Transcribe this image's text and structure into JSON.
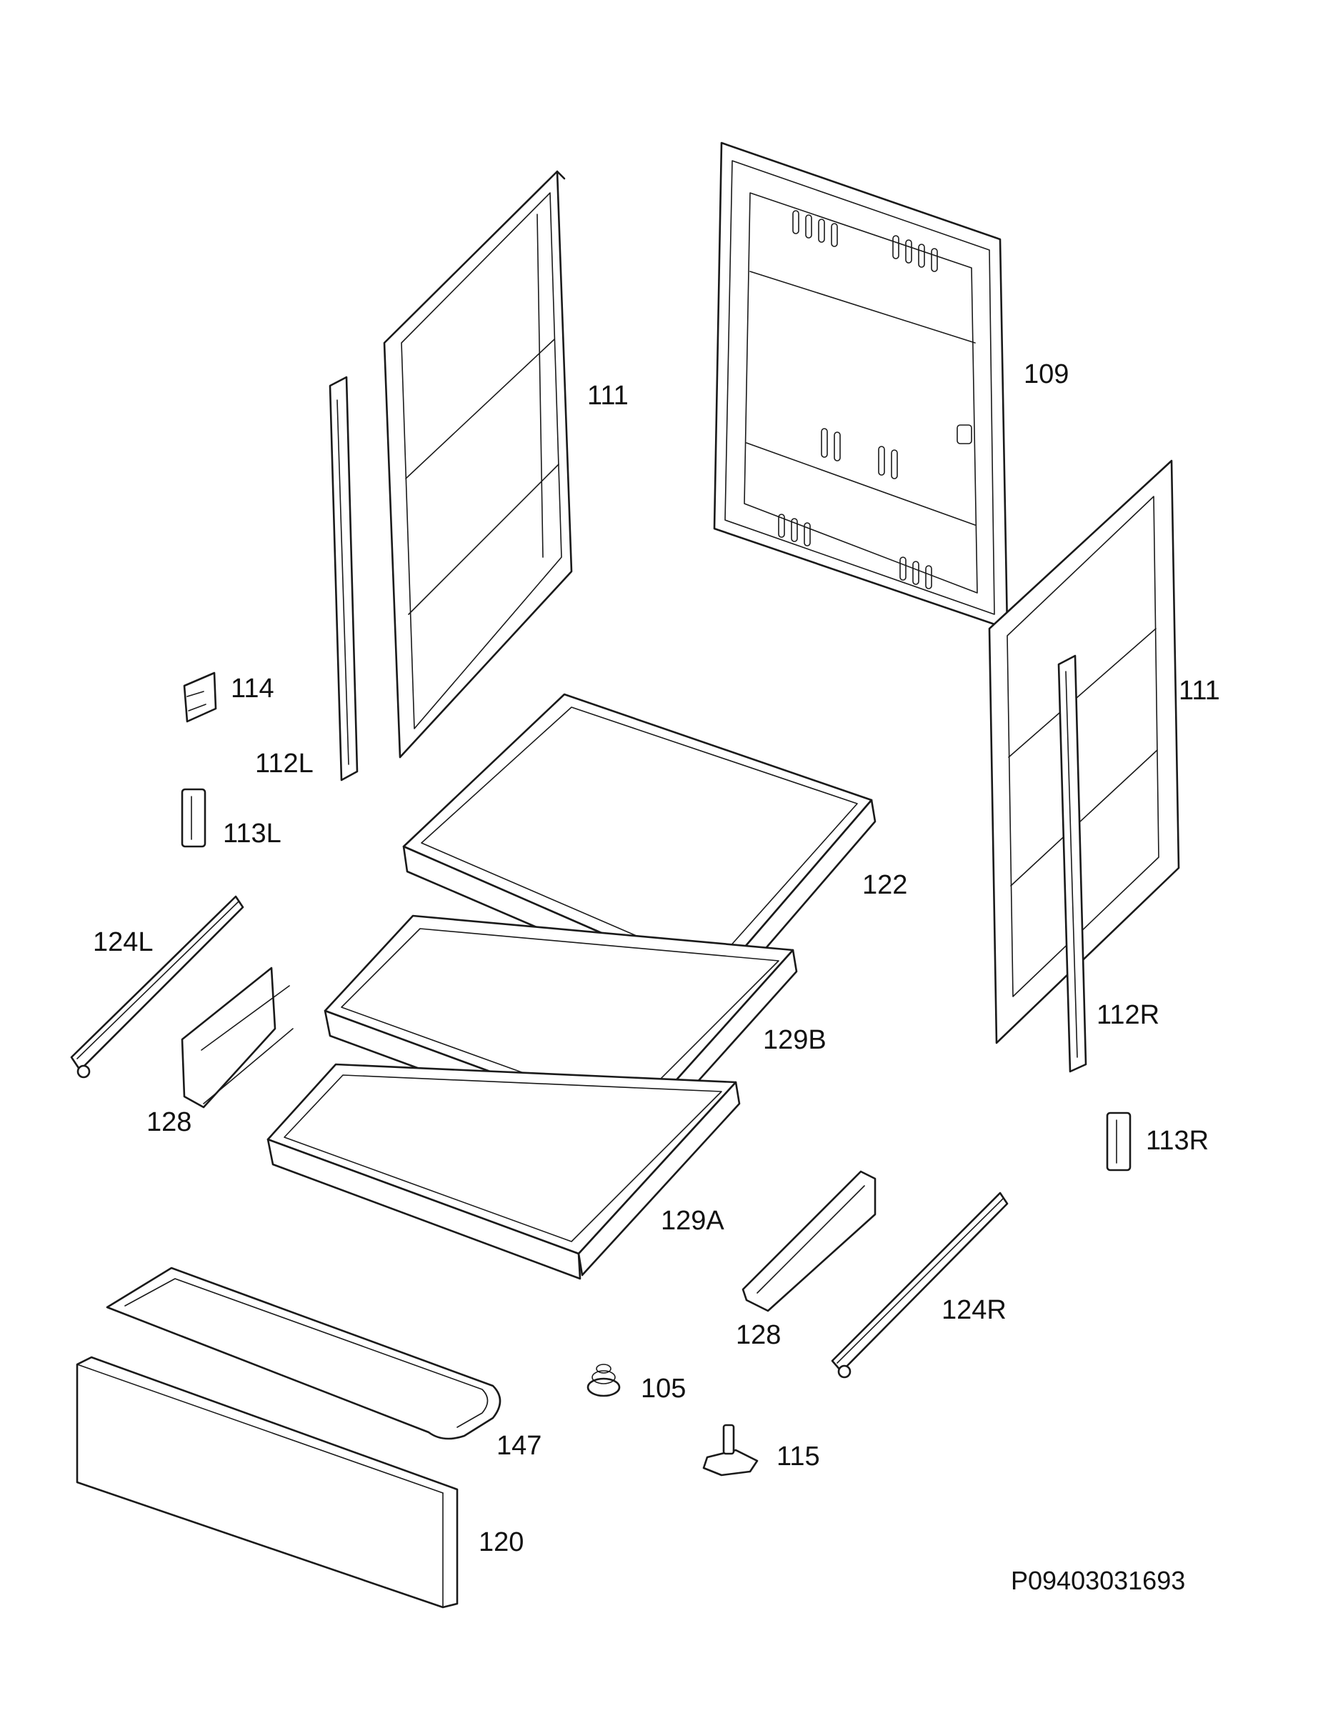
{
  "drawing_code": "P09403031693",
  "labels": {
    "p111_left": "111",
    "p109": "109",
    "p111_right": "111",
    "p114": "114",
    "p112L": "112L",
    "p113L": "113L",
    "p122": "122",
    "p124L": "124L",
    "p129B": "129B",
    "p112R": "112R",
    "p128_left": "128",
    "p113R": "113R",
    "p129A": "129A",
    "p128_right": "128",
    "p124R": "124R",
    "p105": "105",
    "p147": "147",
    "p115": "115",
    "p120": "120"
  }
}
